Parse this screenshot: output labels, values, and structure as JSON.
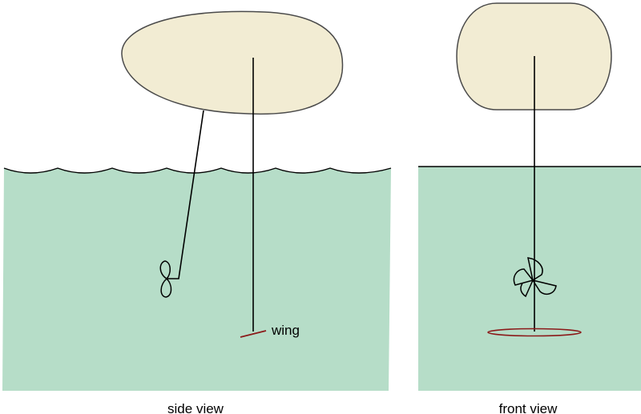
{
  "colors": {
    "water": "#b6ddc8",
    "balloon_fill": "#f2ecd3",
    "balloon_stroke": "#4a4a4a",
    "line": "#000000",
    "wing": "#8b1a1a"
  },
  "labels": {
    "wing": "wing",
    "side_view": "side view",
    "front_view": "front view"
  },
  "icons": {
    "side_propeller": "propeller-side-icon",
    "front_propeller": "propeller-front-icon"
  }
}
